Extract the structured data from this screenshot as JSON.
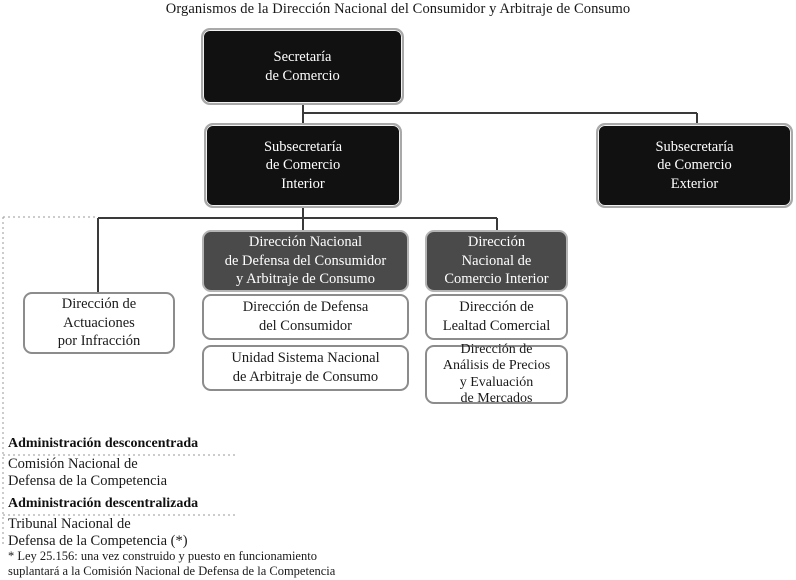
{
  "title": "Organismos de la Dirección Nacional del Consumidor y Arbitraje de Consumo",
  "colors": {
    "black_node_fill": "#111111",
    "dark_node_fill": "#4a4a4a",
    "white_node_fill": "#ffffff",
    "node_border": "#8c8c8c",
    "connector": "#3a3a3a",
    "dotted_guide": "#9a9a9a",
    "text_dark": "#1a1a1a",
    "text_light": "#ffffff",
    "background": "#ffffff"
  },
  "nodes": {
    "secretaria_comercio": "Secretaría\nde Comercio",
    "subsecretaria_interior": "Subsecretaría\nde Comercio\nInterior",
    "subsecretaria_exterior": "Subsecretaría\nde Comercio\nExterior",
    "dn_defensa_consumidor": "Dirección Nacional\nde Defensa del Consumidor\ny Arbitraje de Consumo",
    "dn_comercio_interior": "Dirección\nNacional de\nComercio Interior",
    "dir_actuaciones": "Dirección de\nActuaciones\npor Infracción",
    "dir_defensa_consumidor": "Dirección de Defensa\ndel Consumidor",
    "unidad_arbitraje": "Unidad Sistema Nacional\nde Arbitraje de Consumo",
    "dir_lealtad_comercial": "Dirección de\nLealtad Comercial",
    "dir_analisis_precios": "Dirección de\nAnálisis de Precios\ny Evaluación\nde Mercados"
  },
  "footer": {
    "desconcentrada_heading": "Administración desconcentrada",
    "desconcentrada_body": "Comisión Nacional de\nDefensa de la Competencia",
    "descentralizada_heading": "Administración descentralizada",
    "descentralizada_body": "Tribunal Nacional de\nDefensa de la Competencia (*)",
    "note": "* Ley 25.156: una vez construido y puesto en funcionamiento\nsuplantará a la Comisión Nacional de Defensa de la Competencia"
  }
}
